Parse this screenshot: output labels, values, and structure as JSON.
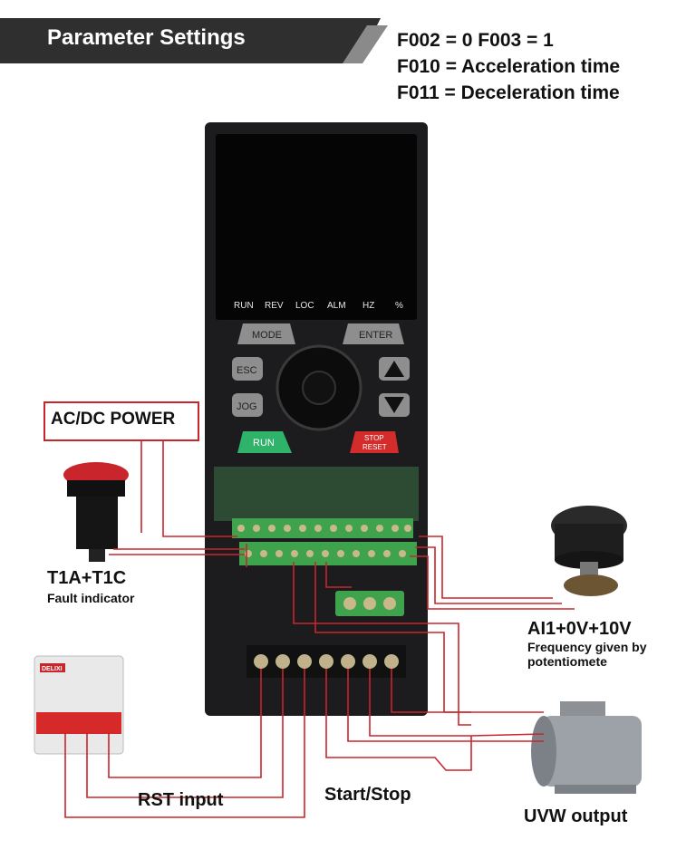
{
  "banner": {
    "title": "Parameter Settings"
  },
  "params": {
    "line1": "F002 = 0   F003 = 1",
    "line2": "F010 = Acceleration time",
    "line3": "F011 = Deceleration time"
  },
  "display_indicators": [
    "RUN",
    "REV",
    "LOC",
    "ALM",
    "HZ",
    "%"
  ],
  "keypad": {
    "mode": "MODE",
    "enter": "ENTER",
    "esc": "ESC",
    "jog": "JOG",
    "run": "RUN",
    "stop_line1": "STOP",
    "stop_line2": "RESET"
  },
  "labels": {
    "acdc_power": "AC/DC POWER",
    "fault_title": "T1A+T1C",
    "fault_sub": "Fault indicator",
    "ai1_title": "AI1+0V+10V",
    "ai1_sub1": "Frequency given by",
    "ai1_sub2": "potentiomete",
    "rst_input": "RST input",
    "start_stop": "Start/Stop",
    "uvw_output": "UVW output"
  },
  "breaker_brand": "DELIXI",
  "colors": {
    "banner": "#2f2f2f",
    "wire": "#c8262c",
    "terminal_green": "#3fa34d",
    "run_key": "#2fb36a",
    "stop_key": "#d42b2b",
    "drive_body": "#1c1c1e"
  }
}
